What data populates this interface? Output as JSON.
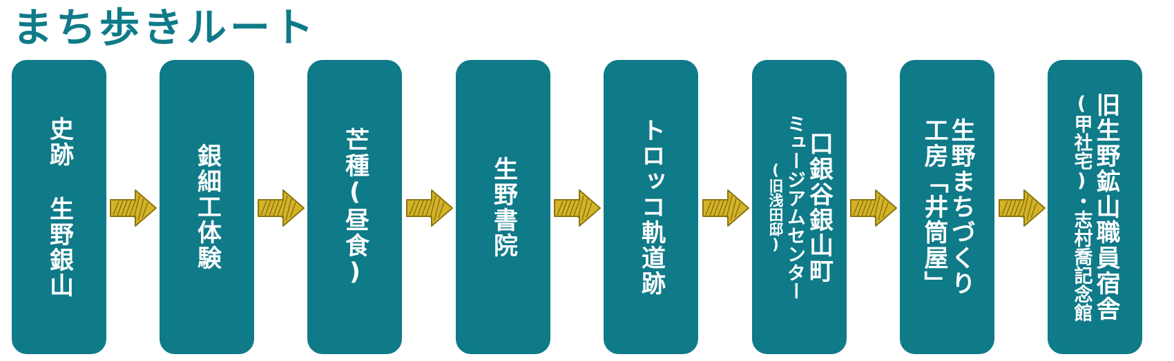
{
  "title": "まち歩きルート",
  "colors": {
    "box": "#0f7a88",
    "title": "#0f7a88",
    "arrow_fill": "#d4b327",
    "arrow_stroke": "#8a7410",
    "text": "#ffffff"
  },
  "stops": [
    {
      "lines": [
        "史跡 生野銀山"
      ]
    },
    {
      "lines": [
        "銀細工体験"
      ]
    },
    {
      "lines": [
        "芒種(昼食)"
      ]
    },
    {
      "lines": [
        "生野書院"
      ]
    },
    {
      "lines": [
        "トロッコ軌道跡"
      ]
    },
    {
      "lines": [
        "口銀谷銀山町",
        "ミュージアムセンター",
        "(旧浅田邸)"
      ]
    },
    {
      "lines": [
        "生野まちづくり",
        "工房「井筒屋」"
      ]
    },
    {
      "lines": [
        "旧生野鉱山職員宿舎",
        "(甲社宅)・志村喬記念館"
      ]
    }
  ]
}
